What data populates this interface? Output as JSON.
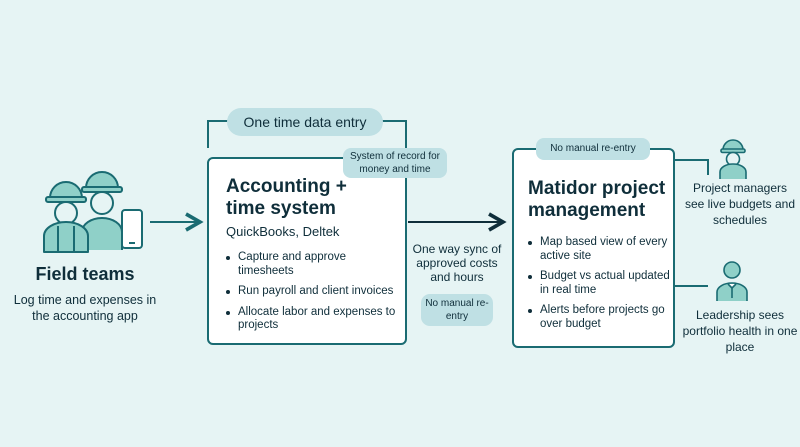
{
  "field_teams": {
    "title": "Field teams",
    "description": "Log time and expenses in the accounting app",
    "icons": [
      "worker-icon",
      "worker-icon",
      "phone-icon"
    ]
  },
  "bracket_label": "One time data entry",
  "accounting_box": {
    "title": "Accounting + time system",
    "subtitle": "QuickBooks, Deltek",
    "badge": "System of record for money and time",
    "bullets": [
      "Capture and approve timesheets",
      "Run payroll and client invoices",
      "Allocate labor and expenses to projects"
    ]
  },
  "sync": {
    "label": "One way sync of approved costs and hours",
    "badge": "No manual re-entry"
  },
  "matidor_box": {
    "title": "Matidor project management",
    "badge": "No manual re-entry",
    "bullets": [
      "Map based view of every active site",
      "Budget vs actual updated in real time",
      "Alerts before projects go over budget"
    ]
  },
  "audiences": [
    {
      "icon": "hardhat-person-icon",
      "label": "Project managers see live budgets and schedules"
    },
    {
      "icon": "businessperson-icon",
      "label": "Leadership sees portfolio health in one place"
    }
  ],
  "colors": {
    "background": "#e6f4f4",
    "accent": "#1a6b72",
    "pill": "#bfe0e4",
    "text": "#0f2e3a",
    "worker_fill": "#8fd0c8"
  }
}
